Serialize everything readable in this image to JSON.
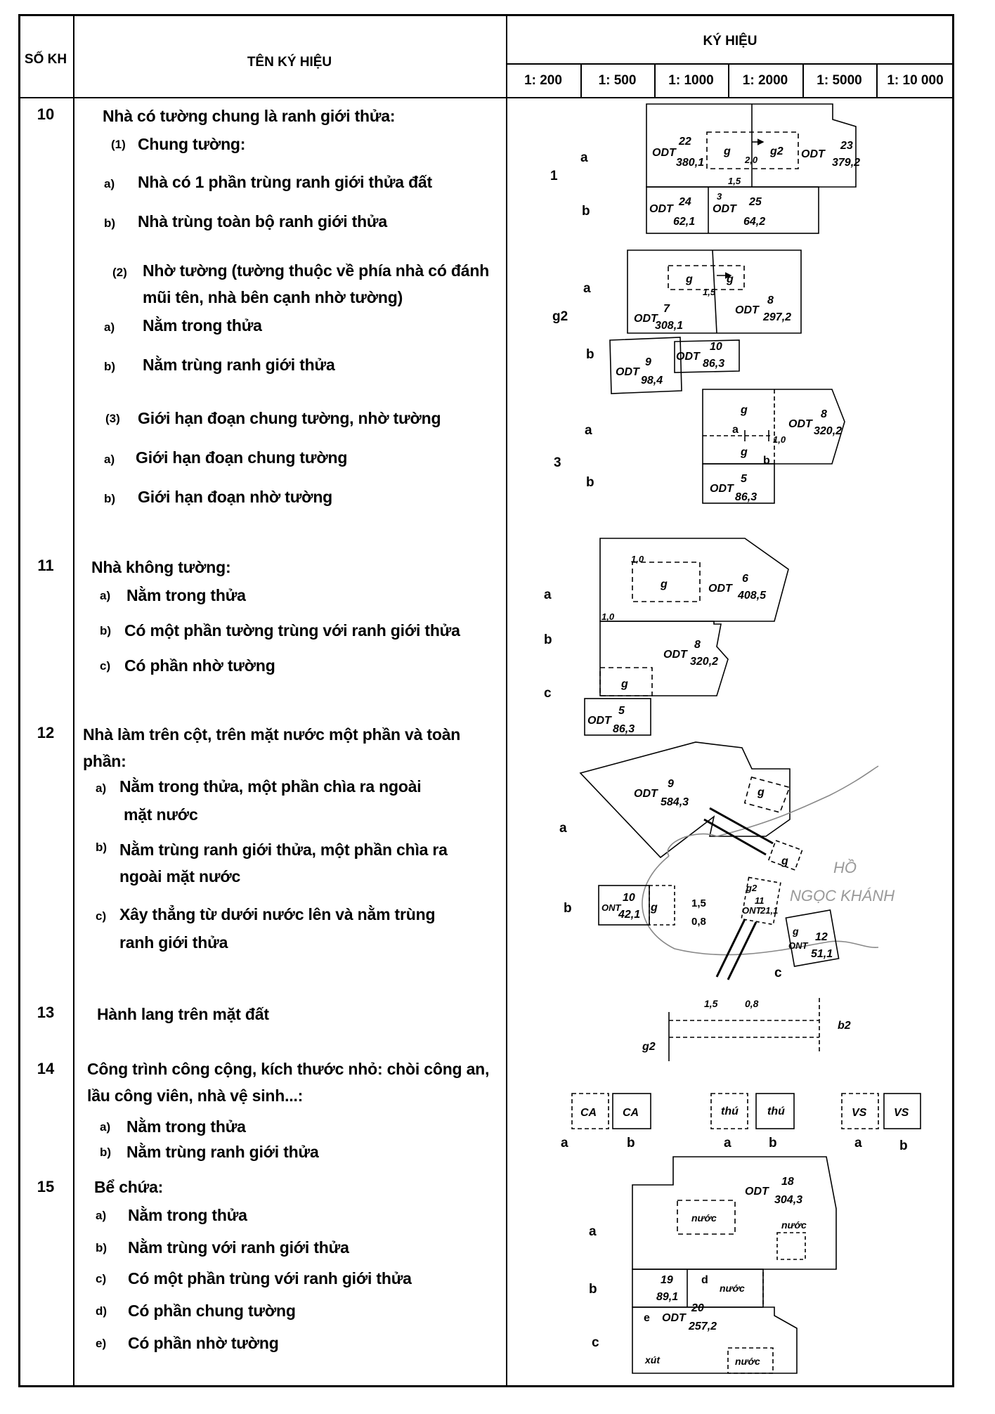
{
  "header": {
    "col_num": "SỐ KH",
    "col_name": "TÊN KÝ HIỆU",
    "col_symbol": "KÝ HIỆU",
    "scales": [
      "1: 200",
      "1: 500",
      "1: 1000",
      "1: 2000",
      "1: 5000",
      "1: 10 000"
    ]
  },
  "rows": {
    "r10": {
      "num": "10",
      "title": "Nhà có tường chung là ranh giới thửa:",
      "s1_mark": "(1)",
      "s1": "Chung tường:",
      "s1a_mark": "a)",
      "s1a": "Nhà có 1 phần trùng ranh giới thửa đất",
      "s1b_mark": "b)",
      "s1b": "Nhà trùng toàn bộ ranh giới thửa",
      "s2_mark": "(2)",
      "s2_l1": "Nhờ tường (tường thuộc về phía nhà có đánh",
      "s2_l2": "mũi tên, nhà bên cạnh nhờ tường)",
      "s2a_mark": "a)",
      "s2a": "Nằm trong thửa",
      "s2b_mark": "b)",
      "s2b": "Nằm trùng ranh giới thửa",
      "s3_mark": "(3)",
      "s3": "Giới hạn đoạn chung tường, nhờ tường",
      "s3a_mark": "a)",
      "s3a": "Giới hạn đoạn chung tường",
      "s3b_mark": "b)",
      "s3b": "Giới hạn đoạn nhờ tường"
    },
    "r11": {
      "num": "11",
      "title": "Nhà không tường:",
      "a_mark": "a)",
      "a": "Nằm trong thửa",
      "b_mark": "b)",
      "b": "Có một phần tường trùng với ranh giới thửa",
      "c_mark": "c)",
      "c": "Có phần nhờ tường"
    },
    "r12": {
      "num": "12",
      "title_l1": "Nhà làm trên cột, trên mặt nước một phần và toàn",
      "title_l2": "phần:",
      "a_mark": "a)",
      "a_l1": "Nằm trong thửa, một phần chìa ra ngoài",
      "a_l2": "mặt nước",
      "b_mark": "b)",
      "b_l1": "Nằm trùng ranh giới thửa, một phần chìa ra",
      "b_l2": "ngoài mặt nước",
      "c_mark": "c)",
      "c_l1": "Xây thẳng từ dưới nước lên và nằm trùng",
      "c_l2": "ranh giới thửa"
    },
    "r13": {
      "num": "13",
      "title": "Hành lang trên mặt đất"
    },
    "r14": {
      "num": "14",
      "title_l1": "Công trình công cộng, kích thước nhỏ: chòi công an,",
      "title_l2": "lầu công viên, nhà vệ sinh...:",
      "a_mark": "a)",
      "a": "Nằm trong thửa",
      "b_mark": "b)",
      "b": "Nằm trùng ranh giới thửa"
    },
    "r15": {
      "num": "15",
      "title": "Bể chứa:",
      "a_mark": "a)",
      "a": "Nằm trong thửa",
      "b_mark": "b)",
      "b": "Nằm trùng với ranh giới thửa",
      "c_mark": "c)",
      "c": "Có một phần trùng với ranh giới thửa",
      "d_mark": "d)",
      "d": "Có phần chung tường",
      "e_mark": "e)",
      "e": "Có phần nhờ tường"
    }
  },
  "symbols": {
    "r10": {
      "g1": "1",
      "g2": "g2",
      "g3": "3",
      "a": "a",
      "b": "b",
      "p1": {
        "code": "ODT",
        "num": "22",
        "area": "380,1"
      },
      "p2": {
        "code": "ODT",
        "num": "23",
        "area": "379,2"
      },
      "p3": {
        "code": "ODT",
        "num": "24",
        "area": "62,1"
      },
      "p4": {
        "code": "ODT",
        "num": "25",
        "area": "64,2"
      },
      "p5": {
        "code": "ODT",
        "num": "7",
        "area": "308,1"
      },
      "p6": {
        "code": "ODT",
        "num": "8",
        "area": "297,2"
      },
      "p7": {
        "code": "ODT",
        "num": "9",
        "area": "98,4"
      },
      "p8": {
        "code": "ODT",
        "num": "10",
        "area": "86,3"
      },
      "p9": {
        "code": "ODT",
        "num": "8",
        "area": "320,2"
      },
      "p10": {
        "code": "ODT",
        "num": "5",
        "area": "86,3"
      },
      "g": "g",
      "d20": "2,0",
      "d15": "1,5",
      "d3": "3",
      "d10": "1,0"
    },
    "r11": {
      "a": "a",
      "b": "b",
      "c": "c",
      "p1": {
        "code": "ODT",
        "num": "6",
        "area": "408,5"
      },
      "p2": {
        "code": "ODT",
        "num": "8",
        "area": "320,2"
      },
      "p3": {
        "code": "ODT",
        "num": "5",
        "area": "86,3"
      },
      "g": "g",
      "d10": "1,0"
    },
    "r12": {
      "a": "a",
      "b": "b",
      "c": "c",
      "p1": {
        "code": "ODT",
        "num": "9",
        "area": "584,3"
      },
      "p2": {
        "code": "ONT",
        "num": "10",
        "area": "42,1"
      },
      "p3": {
        "code": "ONT",
        "num": "11",
        "area": "21,1"
      },
      "p4": {
        "code": "ONT",
        "num": "12",
        "area": "51,1"
      },
      "lake1": "HỒ",
      "lake2": "NGỌC KHÁNH",
      "g": "g",
      "g2": "g2",
      "d15": "1,5",
      "d08": "0,8"
    },
    "r13": {
      "d15": "1,5",
      "d08": "0,8",
      "g2": "g2",
      "b2": "b2"
    },
    "r14": {
      "ca": "CA",
      "thu": "thú",
      "vs": "VS",
      "a": "a",
      "b": "b"
    },
    "r15": {
      "a": "a",
      "b": "b",
      "c": "c",
      "d": "d",
      "e": "e",
      "p1": {
        "code": "ODT",
        "num": "18",
        "area": "304,3"
      },
      "p2": {
        "num": "19",
        "area": "89,1"
      },
      "p3": {
        "code": "ODT",
        "num": "20",
        "area": "257,2"
      },
      "nuoc": "nước",
      "xut": "xút"
    }
  }
}
